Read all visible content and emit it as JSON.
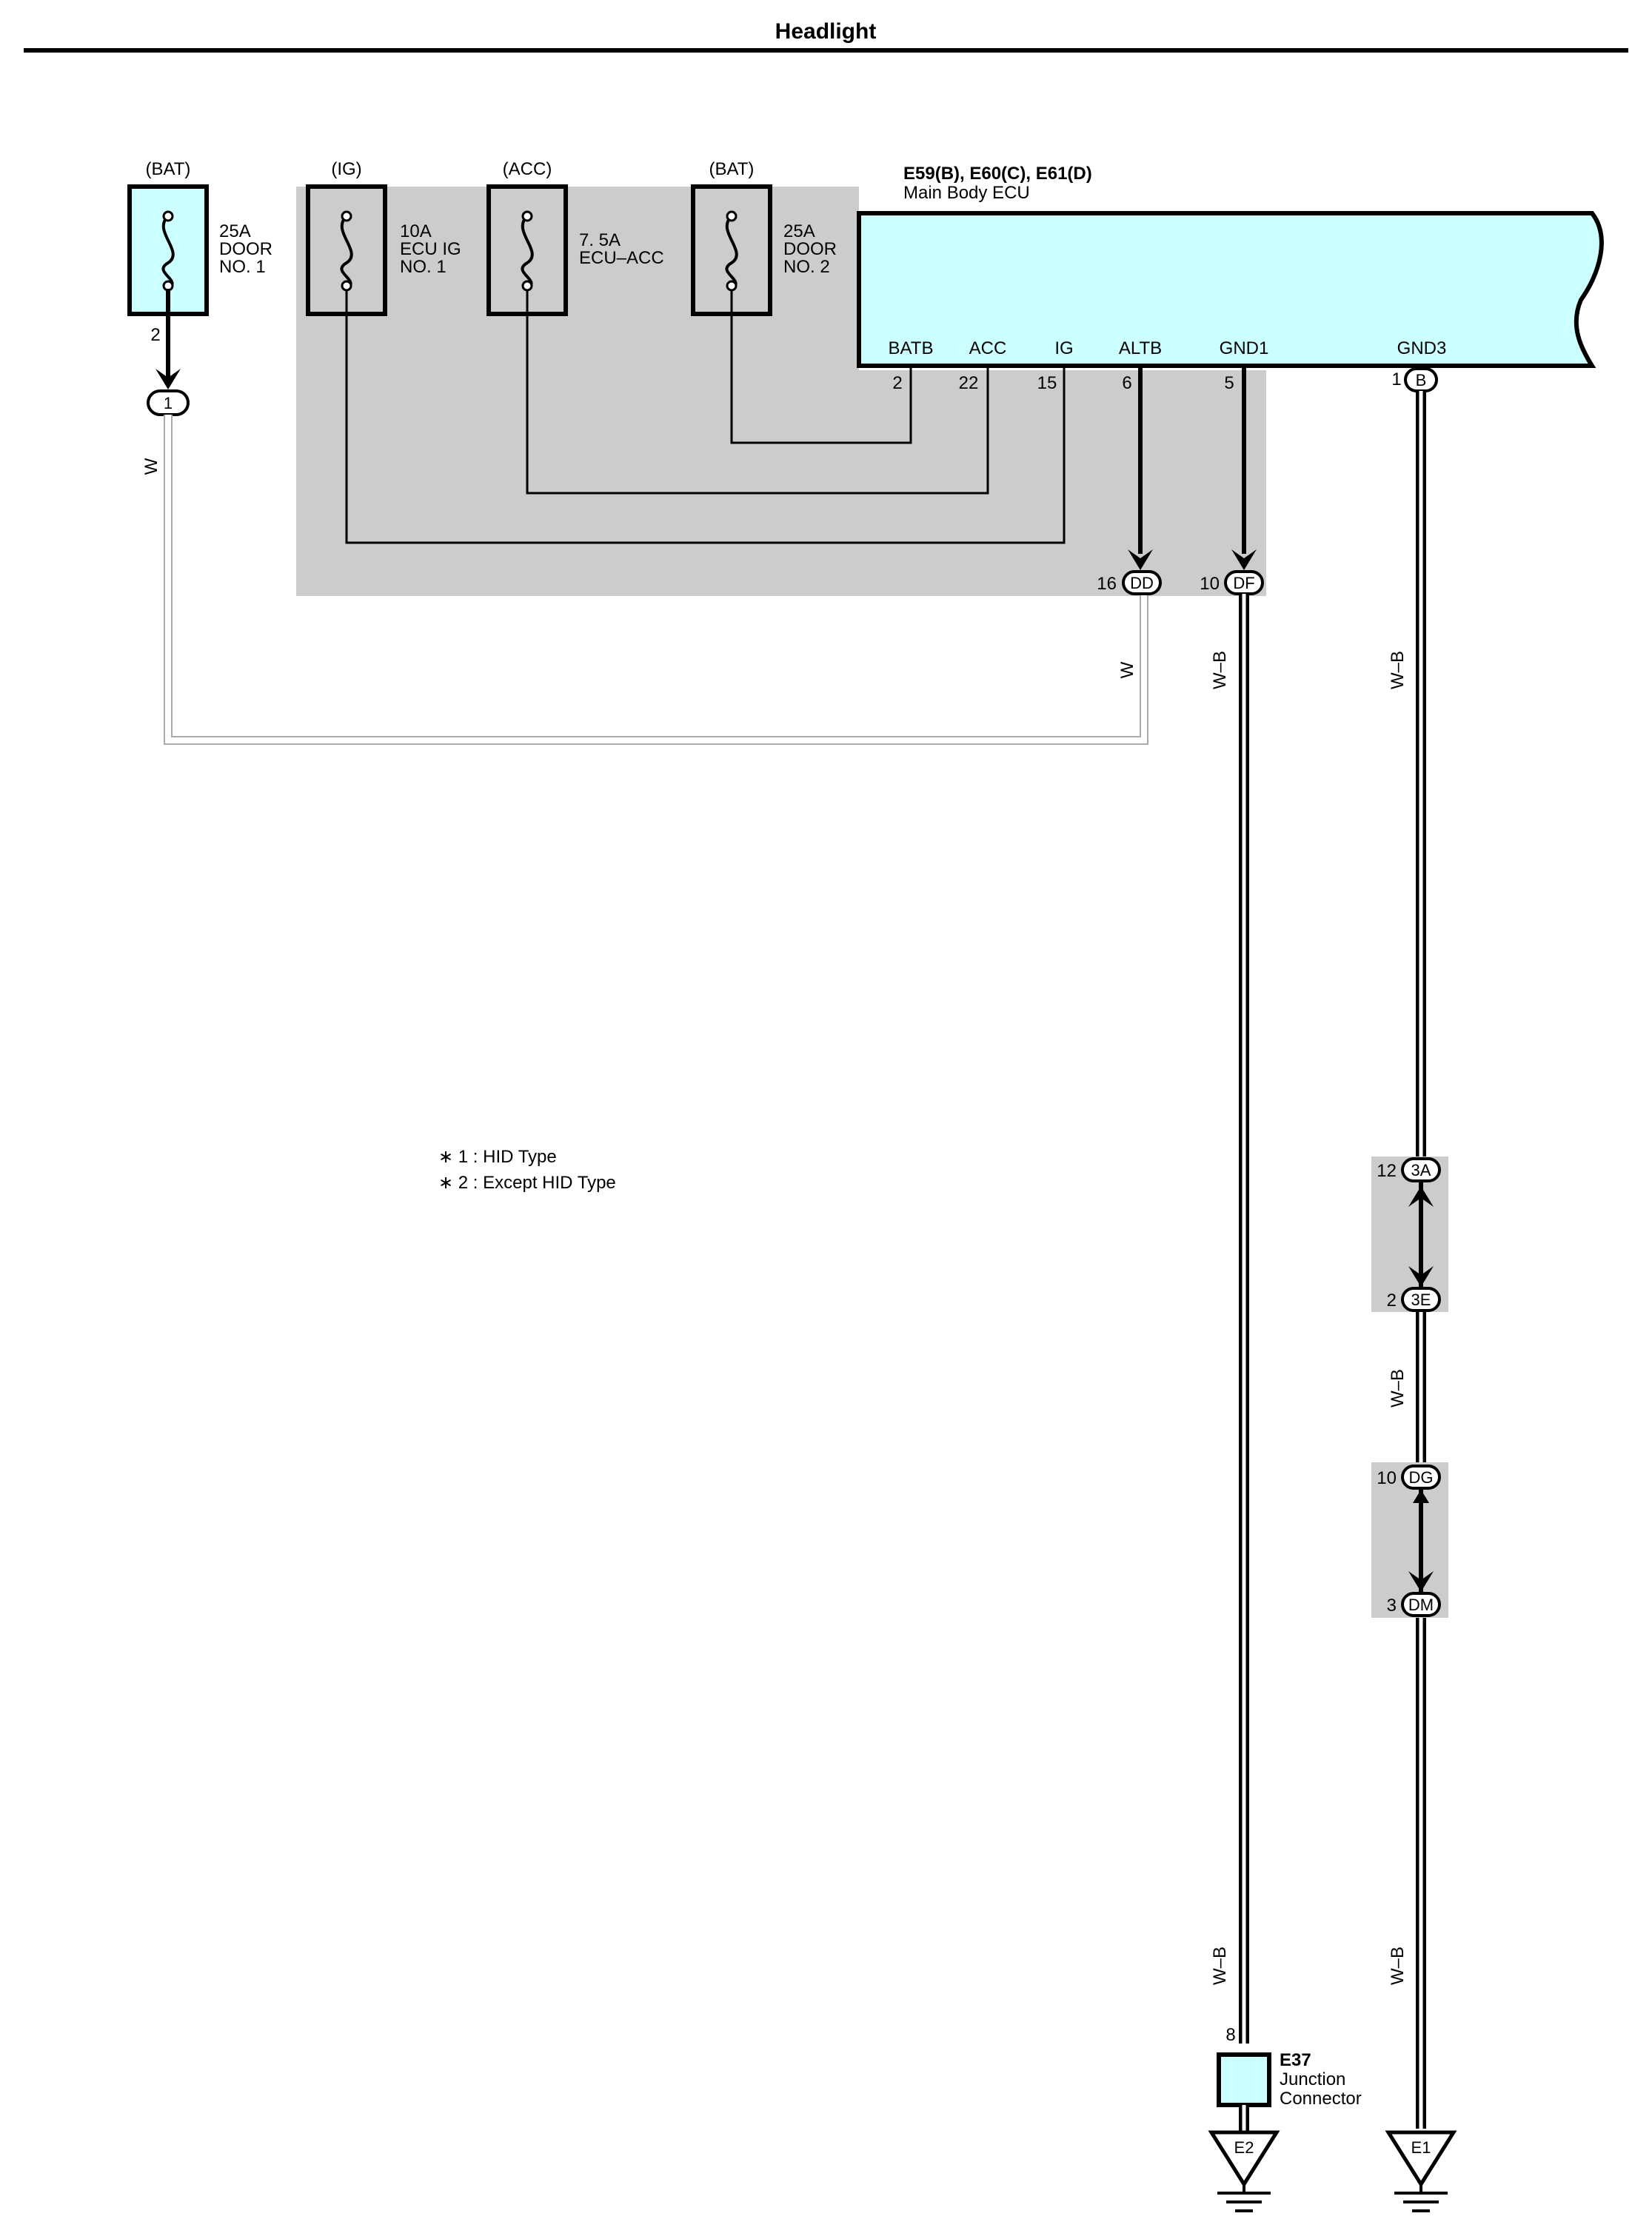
{
  "title": "Headlight",
  "colors": {
    "component_fill": "#ccffff",
    "shaded_region": "#cccccc",
    "wire_light": "#aaaaaa",
    "wire_dark": "#000000"
  },
  "fuses": [
    {
      "source": "(BAT)",
      "rating": "25A",
      "name_line1": "DOOR",
      "name_line2": "NO. 1",
      "pin": "2"
    },
    {
      "source": "(IG)",
      "rating": "10A",
      "name_line1": "ECU IG",
      "name_line2": "NO. 1"
    },
    {
      "source": "(ACC)",
      "rating": "7. 5A",
      "name_line1": "ECU–ACC",
      "name_line2": ""
    },
    {
      "source": "(BAT)",
      "rating": "25A",
      "name_line1": "DOOR",
      "name_line2": "NO. 2"
    }
  ],
  "ecu": {
    "connectors": "E59(B), E60(C), E61(D)",
    "name": "Main Body ECU",
    "terminals": [
      {
        "name": "BATB",
        "pin": "2"
      },
      {
        "name": "ACC",
        "pin": "22"
      },
      {
        "name": "IG",
        "pin": "15"
      },
      {
        "name": "ALTB",
        "pin": "6"
      },
      {
        "name": "GND1",
        "pin": "5"
      },
      {
        "name": "GND3",
        "pin": "1",
        "connector": "B"
      }
    ]
  },
  "junctions": {
    "j1": {
      "label": "1"
    },
    "dd": {
      "pin": "16",
      "label": "DD"
    },
    "df": {
      "pin": "10",
      "label": "DF"
    },
    "a3": {
      "pin": "12",
      "label": "3A"
    },
    "e3": {
      "pin": "2",
      "label": "3E"
    },
    "dg": {
      "pin": "10",
      "label": "DG"
    },
    "dm": {
      "pin": "3",
      "label": "DM"
    }
  },
  "wire_colors": {
    "w": "W",
    "wb": "W–B"
  },
  "notes": [
    "∗ 1 : HID Type",
    "∗ 2 : Except HID Type"
  ],
  "junction_connector": {
    "id": "E37",
    "line1": "Junction",
    "line2": "Connector",
    "pin": "8"
  },
  "grounds": [
    {
      "label": "E2"
    },
    {
      "label": "E1"
    }
  ]
}
